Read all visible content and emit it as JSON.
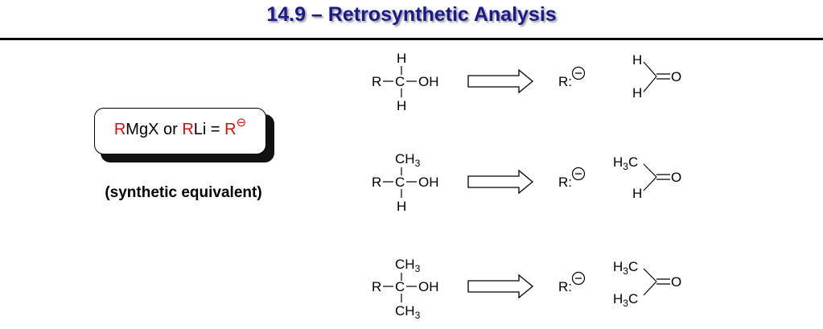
{
  "title": "14.9 – Retrosynthetic Analysis",
  "equivalent_box": {
    "r1": "R",
    "mid1": "MgX or ",
    "r2": "R",
    "mid2": "Li = ",
    "r3": "R",
    "charge": "⊖"
  },
  "caption": "(synthetic equivalent)",
  "scheme": {
    "R": "R",
    "C": "C",
    "OH": "OH",
    "H": "H",
    "CH": "CH",
    "sub3": "3",
    "rcolon": "R:",
    "minus": "−",
    "O": "O",
    "H3C_H": "H",
    "H3C_C": "C"
  }
}
